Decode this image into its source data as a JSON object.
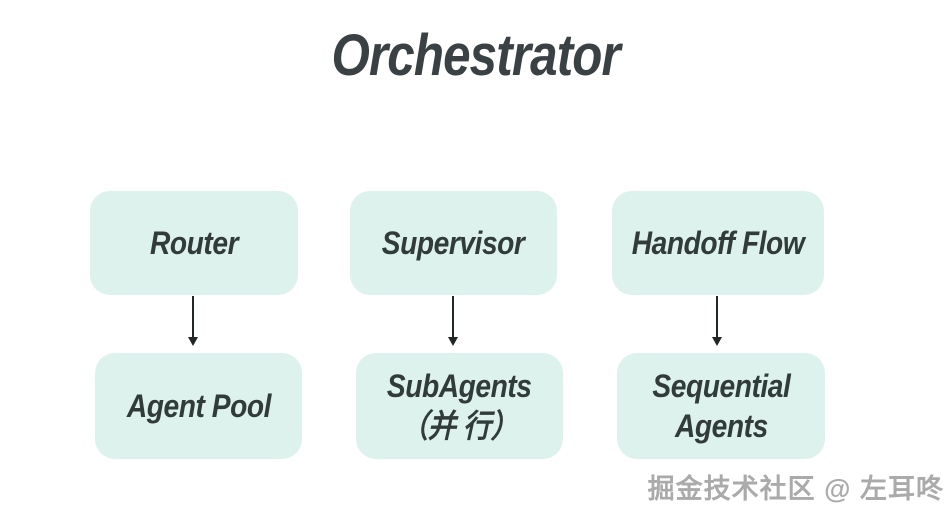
{
  "title": "Orchestrator",
  "diagram": {
    "columns": [
      {
        "top": "Router",
        "bottom": "Agent Pool"
      },
      {
        "top": "Supervisor",
        "bottom": "SubAgents\n（并 行）"
      },
      {
        "top": "Handoff Flow",
        "bottom": "Sequential\nAgents"
      }
    ]
  },
  "watermark": "掘金技术社区 @ 左耳咚",
  "colors": {
    "background": "#ffffff",
    "box_fill": "#ddf2ec",
    "box_text": "#303b3a",
    "title_text": "#3a4144",
    "arrow": "#212724",
    "watermark_text": "#aaaaaa"
  }
}
